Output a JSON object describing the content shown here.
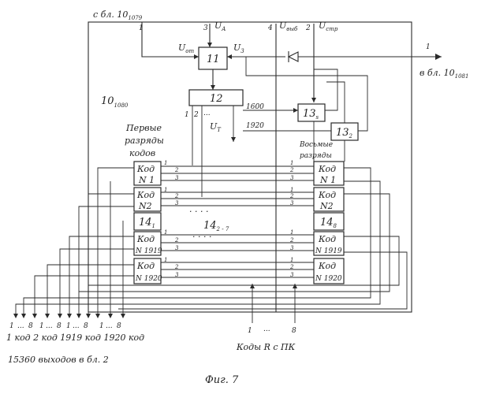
{
  "inputs": {
    "top_left": "с бл. 10",
    "top_left_sub": "1079",
    "top_left_num": "1",
    "u_a_num": "3",
    "u_a": "U",
    "u_a_sub": "A",
    "u_vyb_num": "4",
    "u_vyb": "U",
    "u_vyb_sub": "выб",
    "u_str_num": "2",
    "u_str": "U",
    "u_str_sub": "стр"
  },
  "output": {
    "num": "1",
    "label": "в бл. 10",
    "sub": "1081"
  },
  "block_label": "10",
  "block_label_sub": "1080",
  "blocks": {
    "b11": {
      "label": "11",
      "left_label": "U",
      "left_sub": "от",
      "right_label": "U",
      "right_sub": "3"
    },
    "b12": {
      "label": "12",
      "pins": [
        "1",
        "2",
        "..."
      ],
      "out_label": "U",
      "out_sub": "T",
      "n1600": "1600",
      "n1920": "1920"
    },
    "b13s": {
      "label": "13",
      "sub": "s"
    },
    "b132": {
      "label": "13",
      "sub": "2"
    }
  },
  "left_group": {
    "title_lines": [
      "Первые",
      "разряды",
      "кодов"
    ],
    "cells": [
      {
        "kod": "Код",
        "num": "N 1"
      },
      {
        "kod": "Код",
        "num": "N2"
      },
      {
        "kod": "14",
        "num": "1",
        "is_label": true
      },
      {
        "kod": "Код",
        "num": "N 1919"
      },
      {
        "kod": "Код",
        "num": "N 1920"
      }
    ]
  },
  "middle_label": "14",
  "middle_label_sub": "2 - 7",
  "right_group": {
    "title_lines": [
      "Восьмые",
      "разряды"
    ],
    "cells": [
      {
        "kod": "Код",
        "num": "N 1"
      },
      {
        "kod": "Код",
        "num": "N2"
      },
      {
        "kod": "14",
        "num": "8",
        "is_label": true
      },
      {
        "kod": "Код",
        "num": "N 1919"
      },
      {
        "kod": "Код",
        "num": "N 1920"
      }
    ]
  },
  "pin_numbers": [
    "1",
    "2",
    "3"
  ],
  "bottom": {
    "out_left_nums": [
      "1",
      "...",
      "8",
      "1",
      "...",
      "8",
      "1",
      "...",
      "8",
      "1",
      "...",
      "8"
    ],
    "codes_line": "1 код  2 код  1919 код  1920 код",
    "outputs_line": "15360 выходов в бл. 2",
    "r_nums": [
      "1",
      "...",
      "8"
    ],
    "r_label": "Коды R с ПК"
  },
  "figure_caption": "Фиг. 7"
}
